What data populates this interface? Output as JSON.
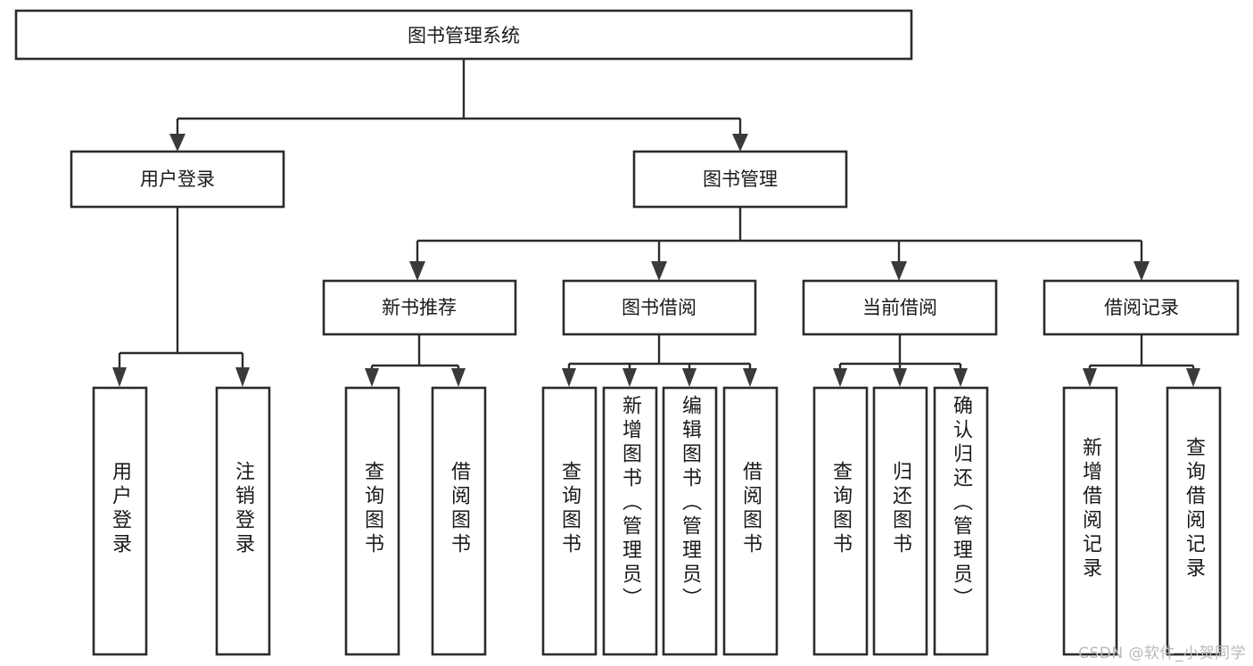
{
  "diagram": {
    "title": "图书管理系统",
    "watermark": "CSDN @软件_小贺同学"
  },
  "nodes": {
    "root": {
      "label": "图书管理系统"
    },
    "level2": [
      {
        "id": "user-login",
        "label": "用户登录"
      },
      {
        "id": "book-manage",
        "label": "图书管理"
      }
    ],
    "level3": [
      {
        "id": "new-book-recommend",
        "label": "新书推荐"
      },
      {
        "id": "book-borrow",
        "label": "图书借阅"
      },
      {
        "id": "current-borrow",
        "label": "当前借阅"
      },
      {
        "id": "borrow-record",
        "label": "借阅记录"
      }
    ],
    "leaves": [
      {
        "id": "leaf-user-login",
        "label": "用户登录",
        "parent": "user-login"
      },
      {
        "id": "leaf-logout-login",
        "label": "注销登录",
        "parent": "user-login"
      },
      {
        "id": "leaf-query-book-1",
        "label": "查询图书",
        "parent": "new-book-recommend"
      },
      {
        "id": "leaf-borrow-book-1",
        "label": "借阅图书",
        "parent": "new-book-recommend"
      },
      {
        "id": "leaf-query-book-2",
        "label": "查询图书",
        "parent": "book-borrow"
      },
      {
        "id": "leaf-add-book",
        "label": "新增图书（管理员）",
        "parent": "book-borrow"
      },
      {
        "id": "leaf-edit-book",
        "label": "编辑图书（管理员）",
        "parent": "book-borrow"
      },
      {
        "id": "leaf-borrow-book-2",
        "label": "借阅图书",
        "parent": "book-borrow"
      },
      {
        "id": "leaf-query-book-3",
        "label": "查询图书",
        "parent": "current-borrow"
      },
      {
        "id": "leaf-return-book",
        "label": "归还图书",
        "parent": "current-borrow"
      },
      {
        "id": "leaf-confirm-return",
        "label": "确认归还（管理员）",
        "parent": "current-borrow"
      },
      {
        "id": "leaf-add-record",
        "label": "新增借阅记录",
        "parent": "borrow-record"
      },
      {
        "id": "leaf-query-record",
        "label": "查询借阅记录",
        "parent": "borrow-record"
      }
    ]
  },
  "chart_data": {
    "type": "diagram",
    "title": "图书管理系统",
    "orientation": "top-down-tree",
    "levels": 4,
    "tree": {
      "name": "图书管理系统",
      "children": [
        {
          "name": "用户登录",
          "children": [
            {
              "name": "用户登录"
            },
            {
              "name": "注销登录"
            }
          ]
        },
        {
          "name": "图书管理",
          "children": [
            {
              "name": "新书推荐",
              "children": [
                {
                  "name": "查询图书"
                },
                {
                  "name": "借阅图书"
                }
              ]
            },
            {
              "name": "图书借阅",
              "children": [
                {
                  "name": "查询图书"
                },
                {
                  "name": "新增图书（管理员）"
                },
                {
                  "name": "编辑图书（管理员）"
                },
                {
                  "name": "借阅图书"
                }
              ]
            },
            {
              "name": "当前借阅",
              "children": [
                {
                  "name": "查询图书"
                },
                {
                  "name": "归还图书"
                },
                {
                  "name": "确认归还（管理员）"
                }
              ]
            },
            {
              "name": "借阅记录",
              "children": [
                {
                  "name": "新增借阅记录"
                },
                {
                  "name": "查询借阅记录"
                }
              ]
            }
          ]
        }
      ]
    }
  },
  "colors": {
    "box_stroke": "#2b2b2b",
    "box_fill": "#ffffff",
    "connector": "#2b2b2b",
    "text": "#1a1a1a",
    "watermark": "#b9b9b9",
    "background": "#ffffff"
  }
}
